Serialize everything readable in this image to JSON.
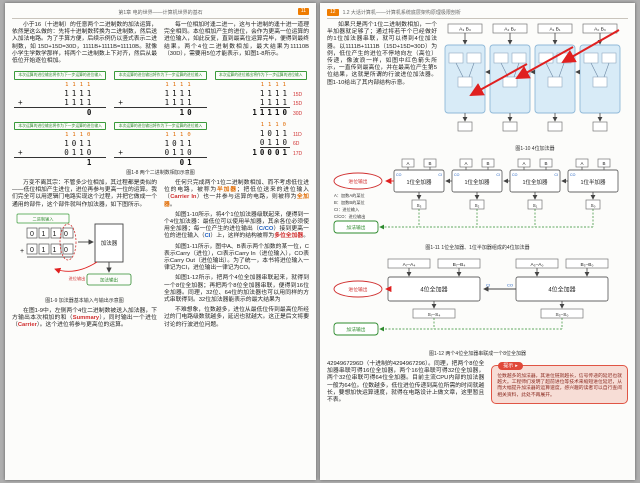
{
  "left": {
    "header": {
      "title": "第1章  电的世界——计算机世界的基石",
      "page": "11"
    },
    "intro": {
      "c1": "小于16（十进制）的任意两个二进制数的加法运算，依然是这么做的：先将十进制数转换为二进制数，然后送入加法电路。为了手算方便，后续示例仍以竖式表示二进制数，如 15D+15D=30D，1111B+1111B=11110B。就像小学生学数学那样，将两个二进制数上下对齐，然后从最低位开始逐位相加。",
      "c2": "每一位相加时逢二进一，这与十进制的逢十进一道理完全相同。本位相加产生的进位，会作为更高一位运算的进位输入，如此反复，直到最高位运算完毕，便得到最终结果。两个4位二进制数相加，最大结果为11110B（30D），需要用5位才能表示，如图1-8所示。"
    },
    "binfig": {
      "note": "本次运算的进位输出将作为下一步运算的进位输入",
      "plus": "+",
      "ex1": {
        "carry": "1111",
        "a": "1111",
        "b": "1111",
        "r1": "0",
        "r2": "10",
        "r3": "11110",
        "la": "15D",
        "lb": "15D",
        "lr": "30D"
      },
      "ex2": {
        "carry": "1110",
        "a": "1011",
        "b": "0110",
        "r1": "1",
        "r2": "01",
        "r3": "10001",
        "la": "11D",
        "lb": "6D",
        "lr": "17D"
      },
      "caption": "图1-8  两个二进制数相加示意图"
    },
    "col1": {
      "p1": "万变不离其宗：不管多少位相加，其过程都是类似的——低位相加产生进位，进位再参与更高一位的运算。我们完全可以用逻辑门电路实现这个过程，并把它做成一个通用的部件，这个部件就叫作加法器，如下图所示。",
      "fig": {
        "in_label": "二进制输入",
        "row1": "0110",
        "row2": "0110",
        "box": "加法器",
        "out": "加法输出",
        "carry": "进位输出",
        "caption": "图1-9  加法器基本输入与输出示意图"
      },
      "p2": {
        "s0": "在图1-9中，左侧两个4位二进制数被送入加法器，下方输出本次相加的和（",
        "s1": "Summary",
        "s2": "），同时输出一个进位（",
        "s3": "Carrier",
        "s4": "）。这个进位将参与更高位的运算。"
      }
    },
    "col2": {
      "p1": {
        "s0": "任何只完成两个1位二进制数相加、而不考虑低位进位的电路，被称为",
        "s1": "半加器",
        "s2": "；把低位送来的进位输入（",
        "s3": "Carrier In",
        "s4": "）也一并参与运算的电路，则被称为",
        "s5": "全加器",
        "s6": "。"
      },
      "p2": {
        "s0": "如图1-10所示，将4个1位加法器级联起来，便得到一个4位加法器：最低位可以使用半加器，其余各位必须使用全加器；每一位产生的进位输出（",
        "s1": "C/CO",
        "s2": "）接到更高一位的进位输入（",
        "s3": "CI",
        "s4": "）上，这样的结构被称为",
        "s5": "多位全加器",
        "s6": "。"
      },
      "p3": "如图1-11所示，图中A、B表示两个加数的某一位，C表示Carry（进位），CI表示Carry In（进位输入），CO表示Carry Out（进位输出）。为了统一，本书将进位输入一律记为CI，进位输出一律记为CO。",
      "p4": "如图1-12所示，把两个4位全加器串联起来，就得到一个8位全加器；再把两个8位全加器串联，便得到16位全加器。同理，32位、64位的加法器也可以用同样的方式串联得到。32位加法器能表示的最大结果为",
      "p5": "不难想象，位数越多，进位从最低位传到最高位所经过的门电路级数就越多，延迟也就越大。这正是后文将要讨论的行波进位问题。"
    }
  },
  "right": {
    "header": {
      "page": "12",
      "title": "1.2  大话计算机——计算机系统底层架构原理极限剖析"
    },
    "top": {
      "text": "如果只是两个1位二进制数相加，一个半加器就足够了；通过将若干个已经做好的1位加法器串联，就可以得到4位加法器。以1111B+1111B（15D+15D=30D）为例，低位产生的进位不停地向左（高位）传递，像波浪一样，如图中红色箭头所示，一直传到最高位，并在最高位产生第5位结果，这就是所谓的行波进位加法器。图1-10给出了其内部结构示意。"
    },
    "fig10": {
      "inputs": [
        "A₃ B₃",
        "A₂ B₂",
        "A₁ B₁",
        "A₀ B₀"
      ],
      "caption": "图1-10  4位加法器"
    },
    "fig11": {
      "in_a": "A",
      "in_b": "B",
      "co": "CO",
      "ci": "CI",
      "blocks": [
        "1位全加器",
        "1位全加器",
        "1位全加器",
        "1位半加器"
      ],
      "s": [
        "S₃",
        "S₂",
        "S₁",
        "S₀"
      ],
      "legend": [
        "A：加数A的某位",
        "B：加数B的某位",
        "CI：进位输入",
        "C/CO：进位输出"
      ],
      "carry_out": "进位输出",
      "sum_out": "加法输出",
      "caption": "图1-11  1位全加器、1位半加器组成的4位加法器"
    },
    "fig12": {
      "blocks": [
        "4位全加器",
        "4位全加器"
      ],
      "in1a": "A₇–A₄",
      "in1b": "B₇–B₄",
      "in2a": "A₃–A₀",
      "in2b": "B₃–B₀",
      "out1": "S₇–S₄",
      "out2": "S₃–S₀",
      "co": "CO",
      "ci": "CI",
      "carry_out": "进位输出",
      "sum_out": "加法输出",
      "caption": "图1-12  两个4位全加器串联成一个8位全加器"
    },
    "bottom": {
      "text": "4294967296D（十进制的4294967296）。同理，把两个8位全加器串联可得16位全加器，两个16位串联可得32位全加器，两个32位串联可得64位全加器。目前主流CPU内部的加法器一般为64位。位数越多，低位进位传递到高位所需的时间就越长，要想加快运算速度，就得在电路设计上做文章，这里暂且不表。"
    },
    "tip": {
      "title": "提示",
      "arrow": "▸",
      "text": "位数越多的加法器，其进位链就越长，信号传递的延迟也就越大。工程师们发明了超前进位等技术来缩短进位延迟，从而大幅提升加法器的运算速度，感兴趣的读者可以自行查阅相关资料，此处不再展开。"
    }
  }
}
